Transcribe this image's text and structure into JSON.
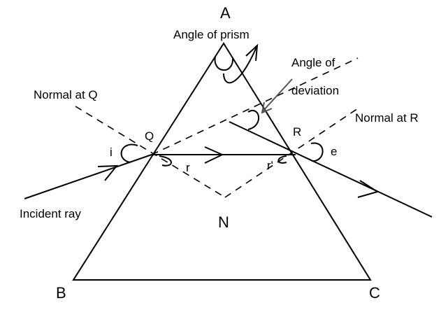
{
  "labels": {
    "vertex_a": "A",
    "vertex_b": "B",
    "vertex_c": "C",
    "point_q": "Q",
    "point_r": "R",
    "point_n": "N",
    "angle_of_prism": "Angle of prism",
    "angle_of_deviation_line1": "Angle of",
    "angle_of_deviation_line2": "deviation",
    "normal_at_q": "Normal at Q",
    "normal_at_r": "Normal at R",
    "incident_ray": "Incident ray",
    "angle_i": "i",
    "angle_r": "r",
    "angle_r_prime": "r'",
    "angle_e": "e"
  },
  "colors": {
    "lines": "#000000",
    "deviation_pointer": "#555555"
  }
}
